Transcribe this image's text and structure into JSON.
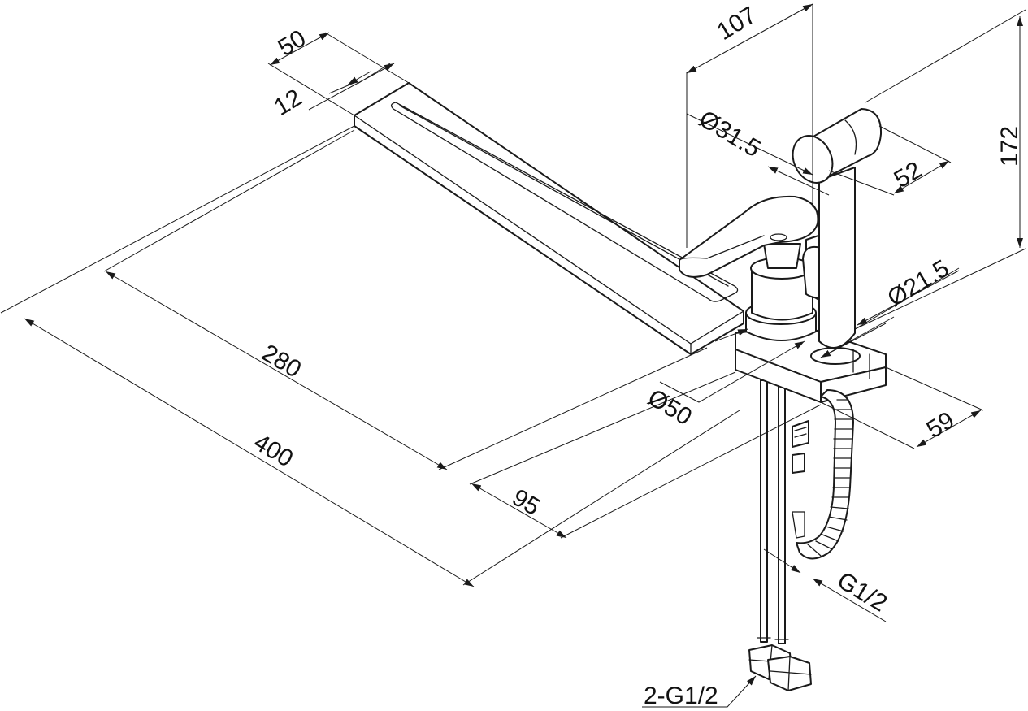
{
  "drawing": {
    "dimensions": [
      {
        "id": "overall-length",
        "label": "400"
      },
      {
        "id": "spout-reach",
        "label": "280"
      },
      {
        "id": "base-offset",
        "label": "95"
      },
      {
        "id": "spout-width",
        "label": "50"
      },
      {
        "id": "spout-thickness",
        "label": "12"
      },
      {
        "id": "handle-height",
        "label": "107"
      },
      {
        "id": "total-height",
        "label": "172"
      },
      {
        "id": "shower-head-diameter",
        "label": "Ø31.5"
      },
      {
        "id": "shower-head-length",
        "label": "52"
      },
      {
        "id": "shower-handle-diameter",
        "label": "Ø21.5"
      },
      {
        "id": "base-diameter",
        "label": "Ø50"
      },
      {
        "id": "holder-width",
        "label": "59"
      },
      {
        "id": "hose-connection",
        "label": "G1/2"
      },
      {
        "id": "supply-connections",
        "label": "2-G1/2"
      }
    ]
  }
}
